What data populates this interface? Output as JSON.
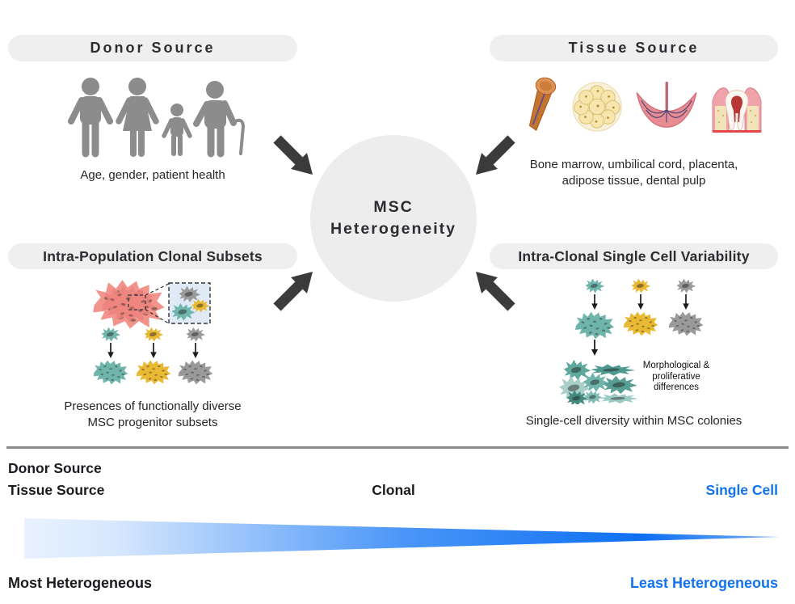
{
  "diagram_title": "MSC Heterogeneity",
  "center": {
    "line1": "MSC",
    "line2": "Heterogeneity"
  },
  "sections": {
    "donor": {
      "title": "Donor Source",
      "caption": "Age, gender, patient health",
      "icons": [
        "man-icon",
        "woman-icon",
        "child-icon",
        "elderly-with-cane-icon"
      ]
    },
    "tissue": {
      "title": "Tissue Source",
      "caption_line1": "Bone marrow, umbilical cord, placenta,",
      "caption_line2": "adipose tissue, dental pulp",
      "icons": [
        "bone-marrow-icon",
        "adipose-tissue-icon",
        "placenta-icon",
        "tooth-dental-pulp-icon"
      ]
    },
    "clonal": {
      "title": "Intra-Population Clonal Subsets",
      "caption_line1": "Presences of functionally diverse",
      "caption_line2": "MSC progenitor subsets",
      "icons": [
        "msc-population-cluster-icon",
        "magnified-subset-box-icon",
        "teal-cell-icon",
        "yellow-cell-icon",
        "gray-cell-icon",
        "teal-colony-icon",
        "yellow-colony-icon",
        "gray-colony-icon"
      ]
    },
    "single_cell": {
      "title": "Intra-Clonal Single Cell Variability",
      "annotation": "Morphological & proliferative differences",
      "caption": "Single-cell diversity within MSC colonies",
      "icons": [
        "teal-cell-icon",
        "yellow-cell-icon",
        "gray-cell-icon",
        "teal-colony-icon",
        "yellow-colony-icon",
        "gray-colony-icon",
        "heterogeneous-teal-cells-icon"
      ]
    }
  },
  "spectrum": {
    "left_label_top": "Donor Source",
    "left_label_bottom": "Tissue Source",
    "center_label": "Clonal",
    "right_label": "Single Cell",
    "bottom_left_label": "Most Heterogeneous",
    "bottom_right_label": "Least Heterogeneous"
  },
  "colors": {
    "accent_blue": "#1273f0",
    "pill_background": "#efefef",
    "circle_background": "#ededed",
    "arrow_dark": "#3b3b3b",
    "figure_gray": "#8c8c8c",
    "cell_teal": "#6fb5ab",
    "cell_yellow": "#e9b933",
    "cell_gray": "#9a9a9a",
    "cell_pink": "#f2938c",
    "wedge_gradient_start": "#e9f2fe",
    "wedge_gradient_end": "#0d6ff1"
  }
}
